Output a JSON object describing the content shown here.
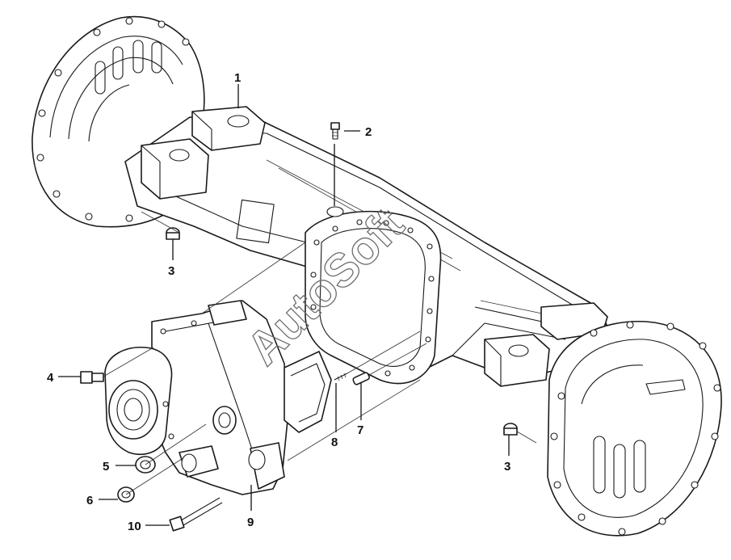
{
  "watermark": "AutoSoft",
  "callouts": [
    {
      "id": "c1",
      "label": "1"
    },
    {
      "id": "c2",
      "label": "2"
    },
    {
      "id": "c3a",
      "label": "3"
    },
    {
      "id": "c3b",
      "label": "3"
    },
    {
      "id": "c4",
      "label": "4"
    },
    {
      "id": "c5",
      "label": "5"
    },
    {
      "id": "c6",
      "label": "6"
    },
    {
      "id": "c7",
      "label": "7"
    },
    {
      "id": "c8",
      "label": "8"
    },
    {
      "id": "c9",
      "label": "9"
    },
    {
      "id": "c10",
      "label": "10"
    }
  ]
}
